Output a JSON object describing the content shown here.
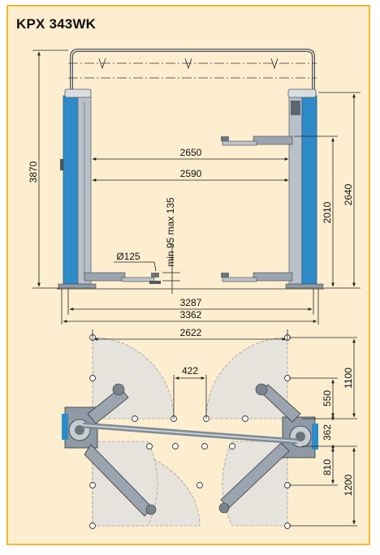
{
  "title": "KPX 343WK",
  "colors": {
    "frame_border": "#f2b72e",
    "frame_fill": "#fdeed0",
    "column_blue": "#2f8bc7",
    "steel_grey": "#8e9aa6",
    "sweep_fill": "#e6e3dc"
  },
  "side_view": {
    "height_total": "3870",
    "inner_width_top": "2650",
    "inner_width": "2590",
    "pad_height": "min 95 max 135",
    "pad_diameter": "Ø125",
    "lift_height": "2010",
    "column_height": "2640",
    "width_outer": "3287",
    "width_overall": "3362"
  },
  "plan_view": {
    "base_width": "2622",
    "arm_gap": "422",
    "dim_550": "550",
    "dim_1100": "1100",
    "dim_362": "362",
    "dim_810": "810",
    "dim_1200": "1200"
  }
}
